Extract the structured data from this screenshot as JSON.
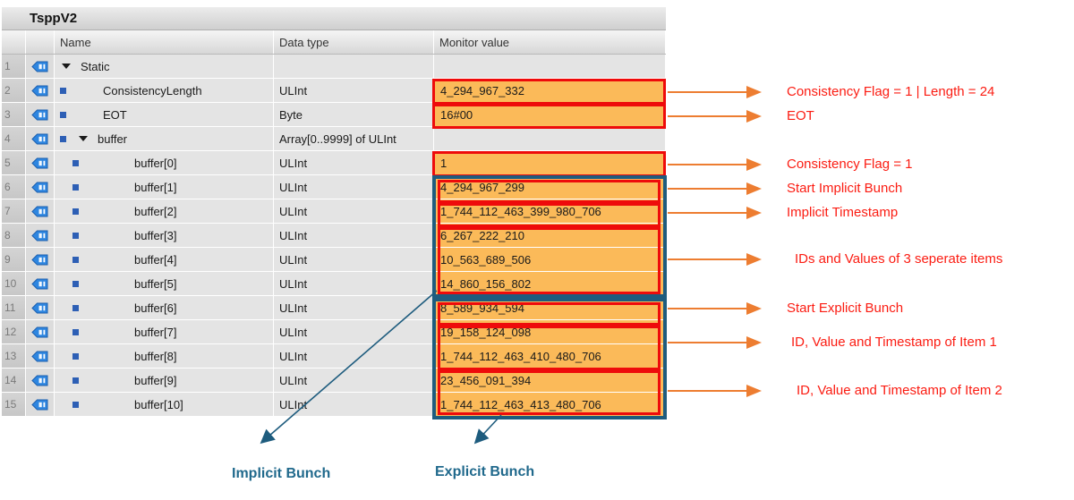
{
  "title": "TsppV2",
  "columns": {
    "name": "Name",
    "datatype": "Data type",
    "monitor": "Monitor value"
  },
  "rows": [
    {
      "num": "1",
      "name": "Static",
      "type": "",
      "value": ""
    },
    {
      "num": "2",
      "name": "ConsistencyLength",
      "type": "ULInt",
      "value": "4_294_967_332"
    },
    {
      "num": "3",
      "name": "EOT",
      "type": "Byte",
      "value": "16#00"
    },
    {
      "num": "4",
      "name": "buffer",
      "type": "Array[0..9999] of ULInt",
      "value": ""
    },
    {
      "num": "5",
      "name": "buffer[0]",
      "type": "ULInt",
      "value": "1"
    },
    {
      "num": "6",
      "name": "buffer[1]",
      "type": "ULInt",
      "value": "4_294_967_299"
    },
    {
      "num": "7",
      "name": "buffer[2]",
      "type": "ULInt",
      "value": "1_744_112_463_399_980_706"
    },
    {
      "num": "8",
      "name": "buffer[3]",
      "type": "ULInt",
      "value": "6_267_222_210"
    },
    {
      "num": "9",
      "name": "buffer[4]",
      "type": "ULInt",
      "value": "10_563_689_506"
    },
    {
      "num": "10",
      "name": "buffer[5]",
      "type": "ULInt",
      "value": "14_860_156_802"
    },
    {
      "num": "11",
      "name": "buffer[6]",
      "type": "ULInt",
      "value": "8_589_934_594"
    },
    {
      "num": "12",
      "name": "buffer[7]",
      "type": "ULInt",
      "value": "19_158_124_098"
    },
    {
      "num": "13",
      "name": "buffer[8]",
      "type": "ULInt",
      "value": "1_744_112_463_410_480_706"
    },
    {
      "num": "14",
      "name": "buffer[9]",
      "type": "ULInt",
      "value": "23_456_091_394"
    },
    {
      "num": "15",
      "name": "buffer[10]",
      "type": "ULInt",
      "value": "1_744_112_463_413_480_706"
    }
  ],
  "annotations": {
    "right": [
      {
        "label": "Consistency Flag = 1 | Length = 24"
      },
      {
        "label": "EOT"
      },
      {
        "label": "Consistency Flag = 1"
      },
      {
        "label": "Start Implicit Bunch"
      },
      {
        "label": "Implicit Timestamp"
      },
      {
        "label": "IDs and Values of 3 seperate items"
      },
      {
        "label": "Start Explicit Bunch"
      },
      {
        "label": "ID, Value and Timestamp of Item 1"
      },
      {
        "label": "ID, Value and Timestamp of Item 2"
      }
    ],
    "bottom": [
      {
        "label": "Implicit Bunch"
      },
      {
        "label": "Explicit Bunch"
      }
    ]
  },
  "colors": {
    "highlight_orange": "#fbba59",
    "annotation_red": "#fb1c12",
    "box_red": "#ee0b0b",
    "bunch_blue": "#1e5c7e",
    "arrow_orange": "#ed7d31",
    "label_teal": "#20698c"
  }
}
